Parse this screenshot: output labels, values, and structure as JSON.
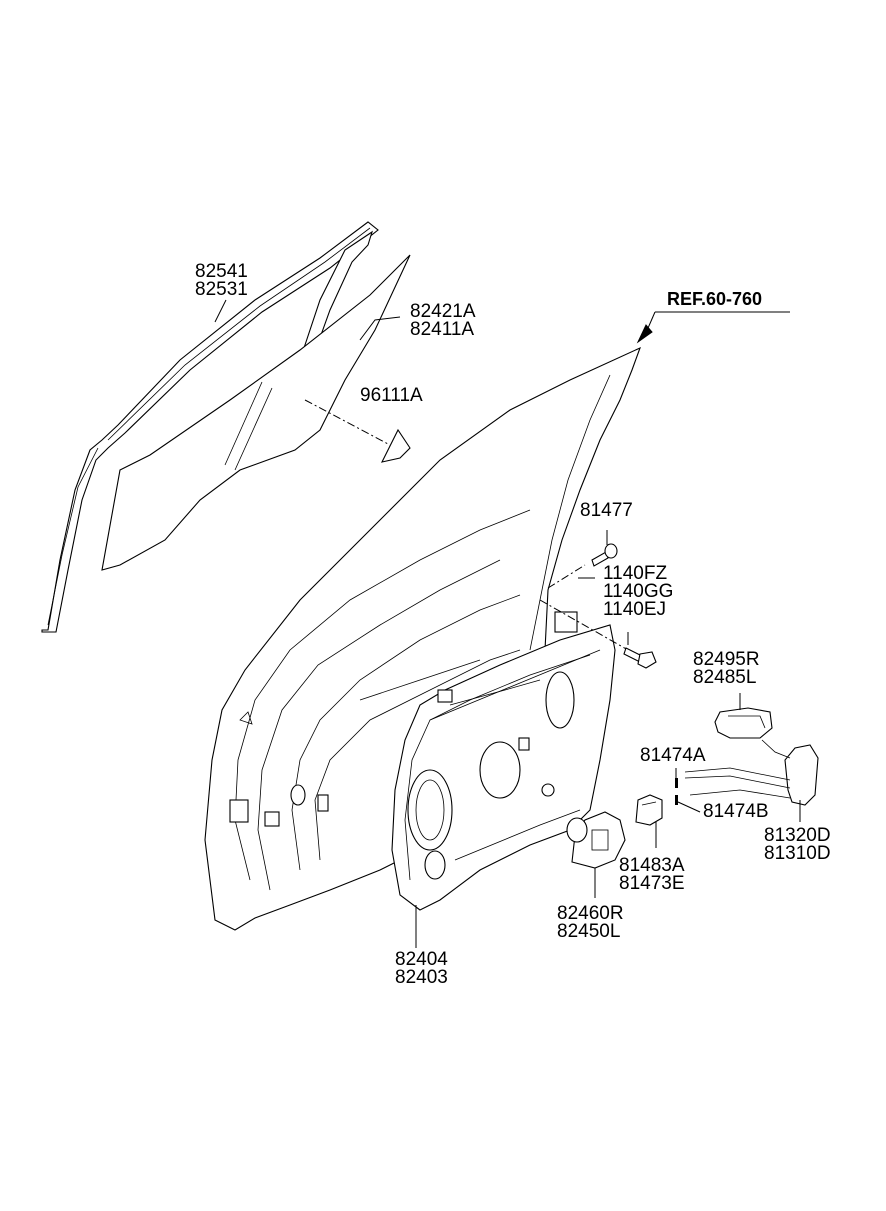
{
  "labels": {
    "seal_outer_1": "82541",
    "seal_outer_2": "82531",
    "glass_1": "82421A",
    "glass_2": "82411A",
    "pad": "96111A",
    "ref": "REF.60-760",
    "clip": "81477",
    "bolt_1": "1140FZ",
    "bolt_2": "1140GG",
    "bolt_3": "1140EJ",
    "handle_1": "82495R",
    "handle_2": "82485L",
    "pin_1": "81474A",
    "pin_2": "81474B",
    "latch_1": "81320D",
    "latch_2": "81310D",
    "bracket_1": "81483A",
    "bracket_2": "81473E",
    "motor_1": "82460R",
    "motor_2": "82450L",
    "module_1": "82404",
    "module_2": "82403"
  }
}
